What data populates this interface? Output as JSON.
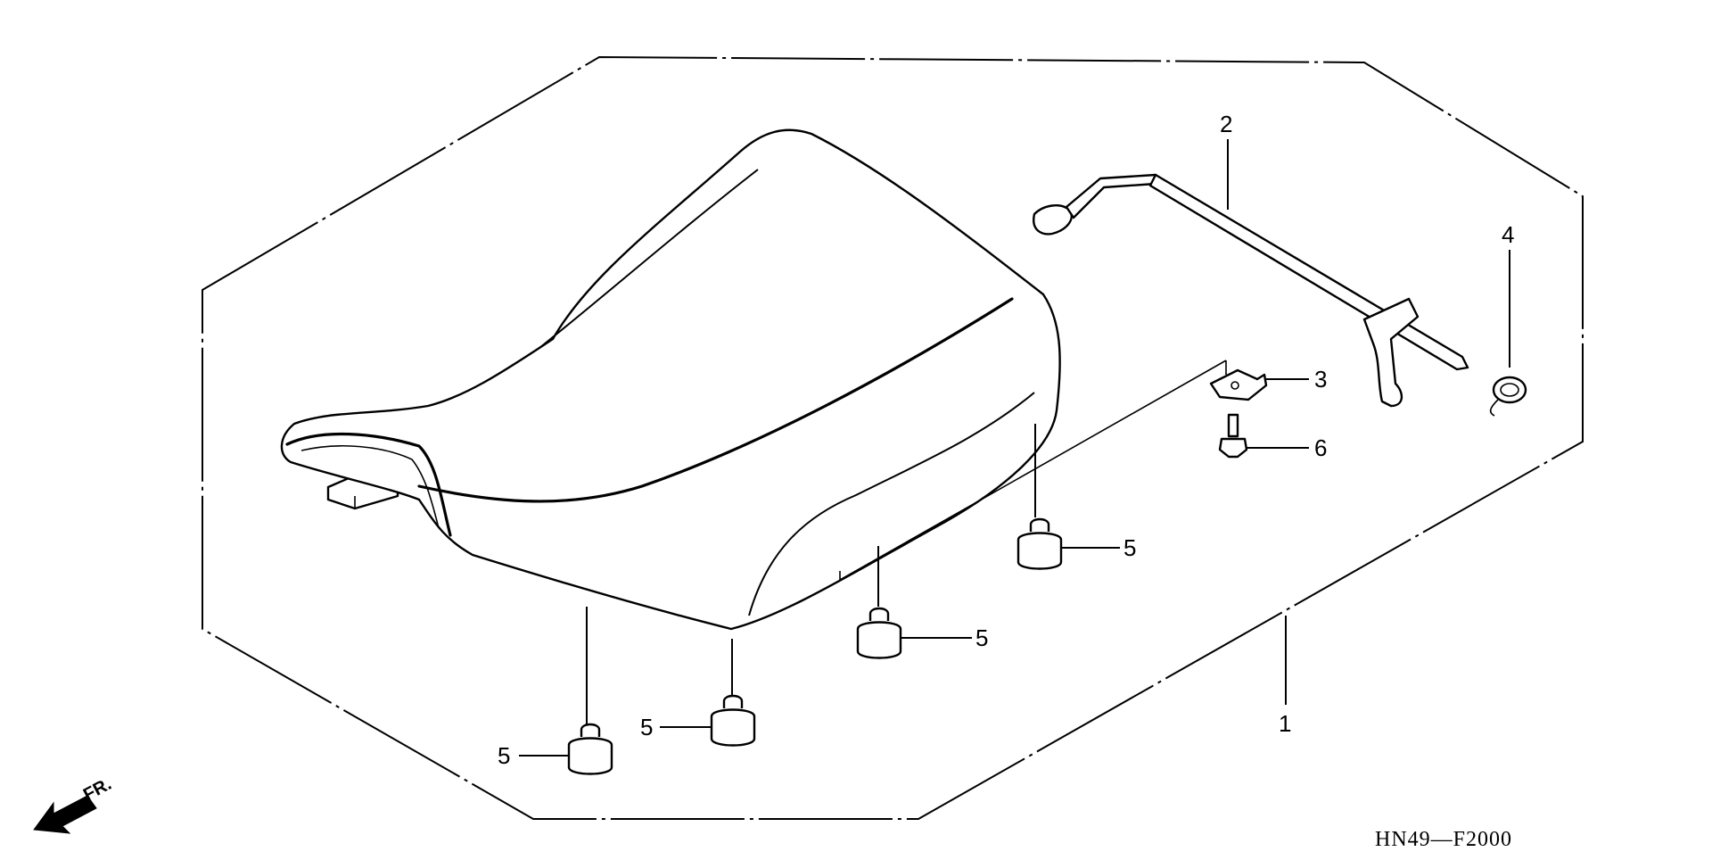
{
  "drawing_code": "HN49—F2000",
  "direction_label": "FR.",
  "callouts": {
    "c1": "1",
    "c2": "2",
    "c3": "3",
    "c4": "4",
    "c5": "5",
    "c6": "6"
  },
  "icons": {
    "front_arrow": "arrow-front-left",
    "grommets": "rubber-grommet",
    "bolt": "flange-bolt",
    "spring": "coil-spring"
  },
  "colors": {
    "line": "#000000",
    "background": "#ffffff"
  }
}
